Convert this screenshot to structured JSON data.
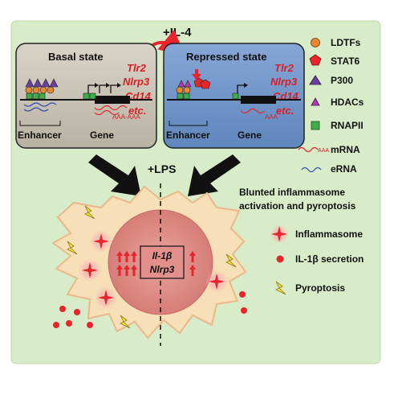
{
  "top_label": "+IL-4",
  "basal": {
    "title": "Basal state",
    "genes": [
      "Tlr2",
      "Nlrp3",
      "Cd14",
      "etc."
    ],
    "enhancer_label": "Enhancer",
    "gene_label": "Gene",
    "mrna_text": "AAA-AAA"
  },
  "repressed": {
    "title": "Repressed state",
    "genes": [
      "Tlr2",
      "Nlrp3",
      "Cd14",
      "etc."
    ],
    "enhancer_label": "Enhancer",
    "gene_label": "Gene",
    "mrna_text": "AAA"
  },
  "legend": [
    {
      "label": "LDTFs",
      "icon": "circle",
      "color": "#e8892e"
    },
    {
      "label": "STAT6",
      "icon": "pentagon",
      "color": "#e8242c"
    },
    {
      "label": "P300",
      "icon": "triangle",
      "color": "#6a3fa0"
    },
    {
      "label": "HDACs",
      "icon": "small-triangle",
      "color": "#b03ab0"
    },
    {
      "label": "RNAPII",
      "icon": "square",
      "color": "#3fae49"
    },
    {
      "label": "mRNA",
      "icon": "wavy-line",
      "color": "#e8242c",
      "prefix": "AAA"
    },
    {
      "label": "eRNA",
      "icon": "wavy-line",
      "color": "#3a4fb0"
    }
  ],
  "lps_label": "+LPS",
  "outcome": "Blunted inflammasome activation and pyroptosis",
  "outcome_lines": [
    "Blunted inflammasome",
    "activation and pyroptosis"
  ],
  "cell_legend": [
    {
      "label": "Inflammasome",
      "icon": "cross"
    },
    {
      "label": "IL-1β secretion",
      "icon": "dot"
    },
    {
      "label": "Pyroptosis",
      "icon": "lightning"
    }
  ],
  "nucleus_genes": [
    "Il-1β",
    "Nlrp3"
  ],
  "colors": {
    "background": "#d9ecc9",
    "basal_panel": "#c9c2b4",
    "repressed_panel": "#6f93c6",
    "cell": "#f7dfb8",
    "nucleus": "#e3908c",
    "red": "#e8242c"
  }
}
